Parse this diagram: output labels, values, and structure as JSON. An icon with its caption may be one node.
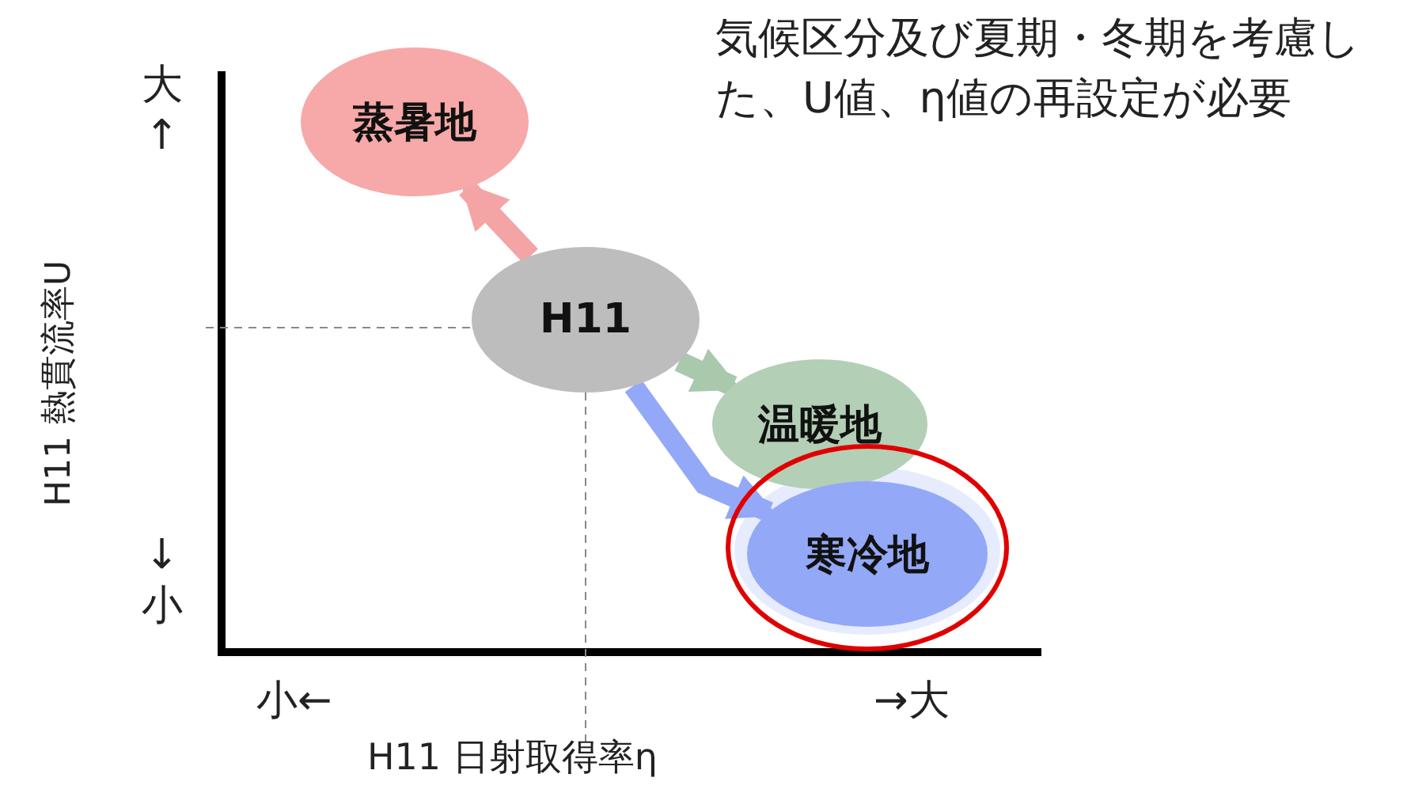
{
  "diagram": {
    "nodes": [
      {
        "text": [
          "蒸暑地"
        ]
      },
      {
        "text": [
          "H11"
        ]
      },
      {
        "text": [
          "温暖地"
        ]
      },
      {
        "text": [
          "寒冷地"
        ]
      }
    ],
    "edges": [
      {
        "from": 1,
        "to": 0,
        "arrow": "to",
        "color": "#f4a4a4"
      },
      {
        "from": 1,
        "to": 2,
        "arrow": "to",
        "color": "#a9c9ad"
      },
      {
        "from": 1,
        "to": 3,
        "arrow": "to",
        "color": "#94a8f8"
      }
    ],
    "labels": [
      "気候区分及び夏期・冬期を考慮した、U値、η値の再設定が必要",
      "大↑",
      "H11 熱貫流率U",
      "↓小",
      "小←",
      "→大",
      "H11 日射取得率η"
    ]
  }
}
